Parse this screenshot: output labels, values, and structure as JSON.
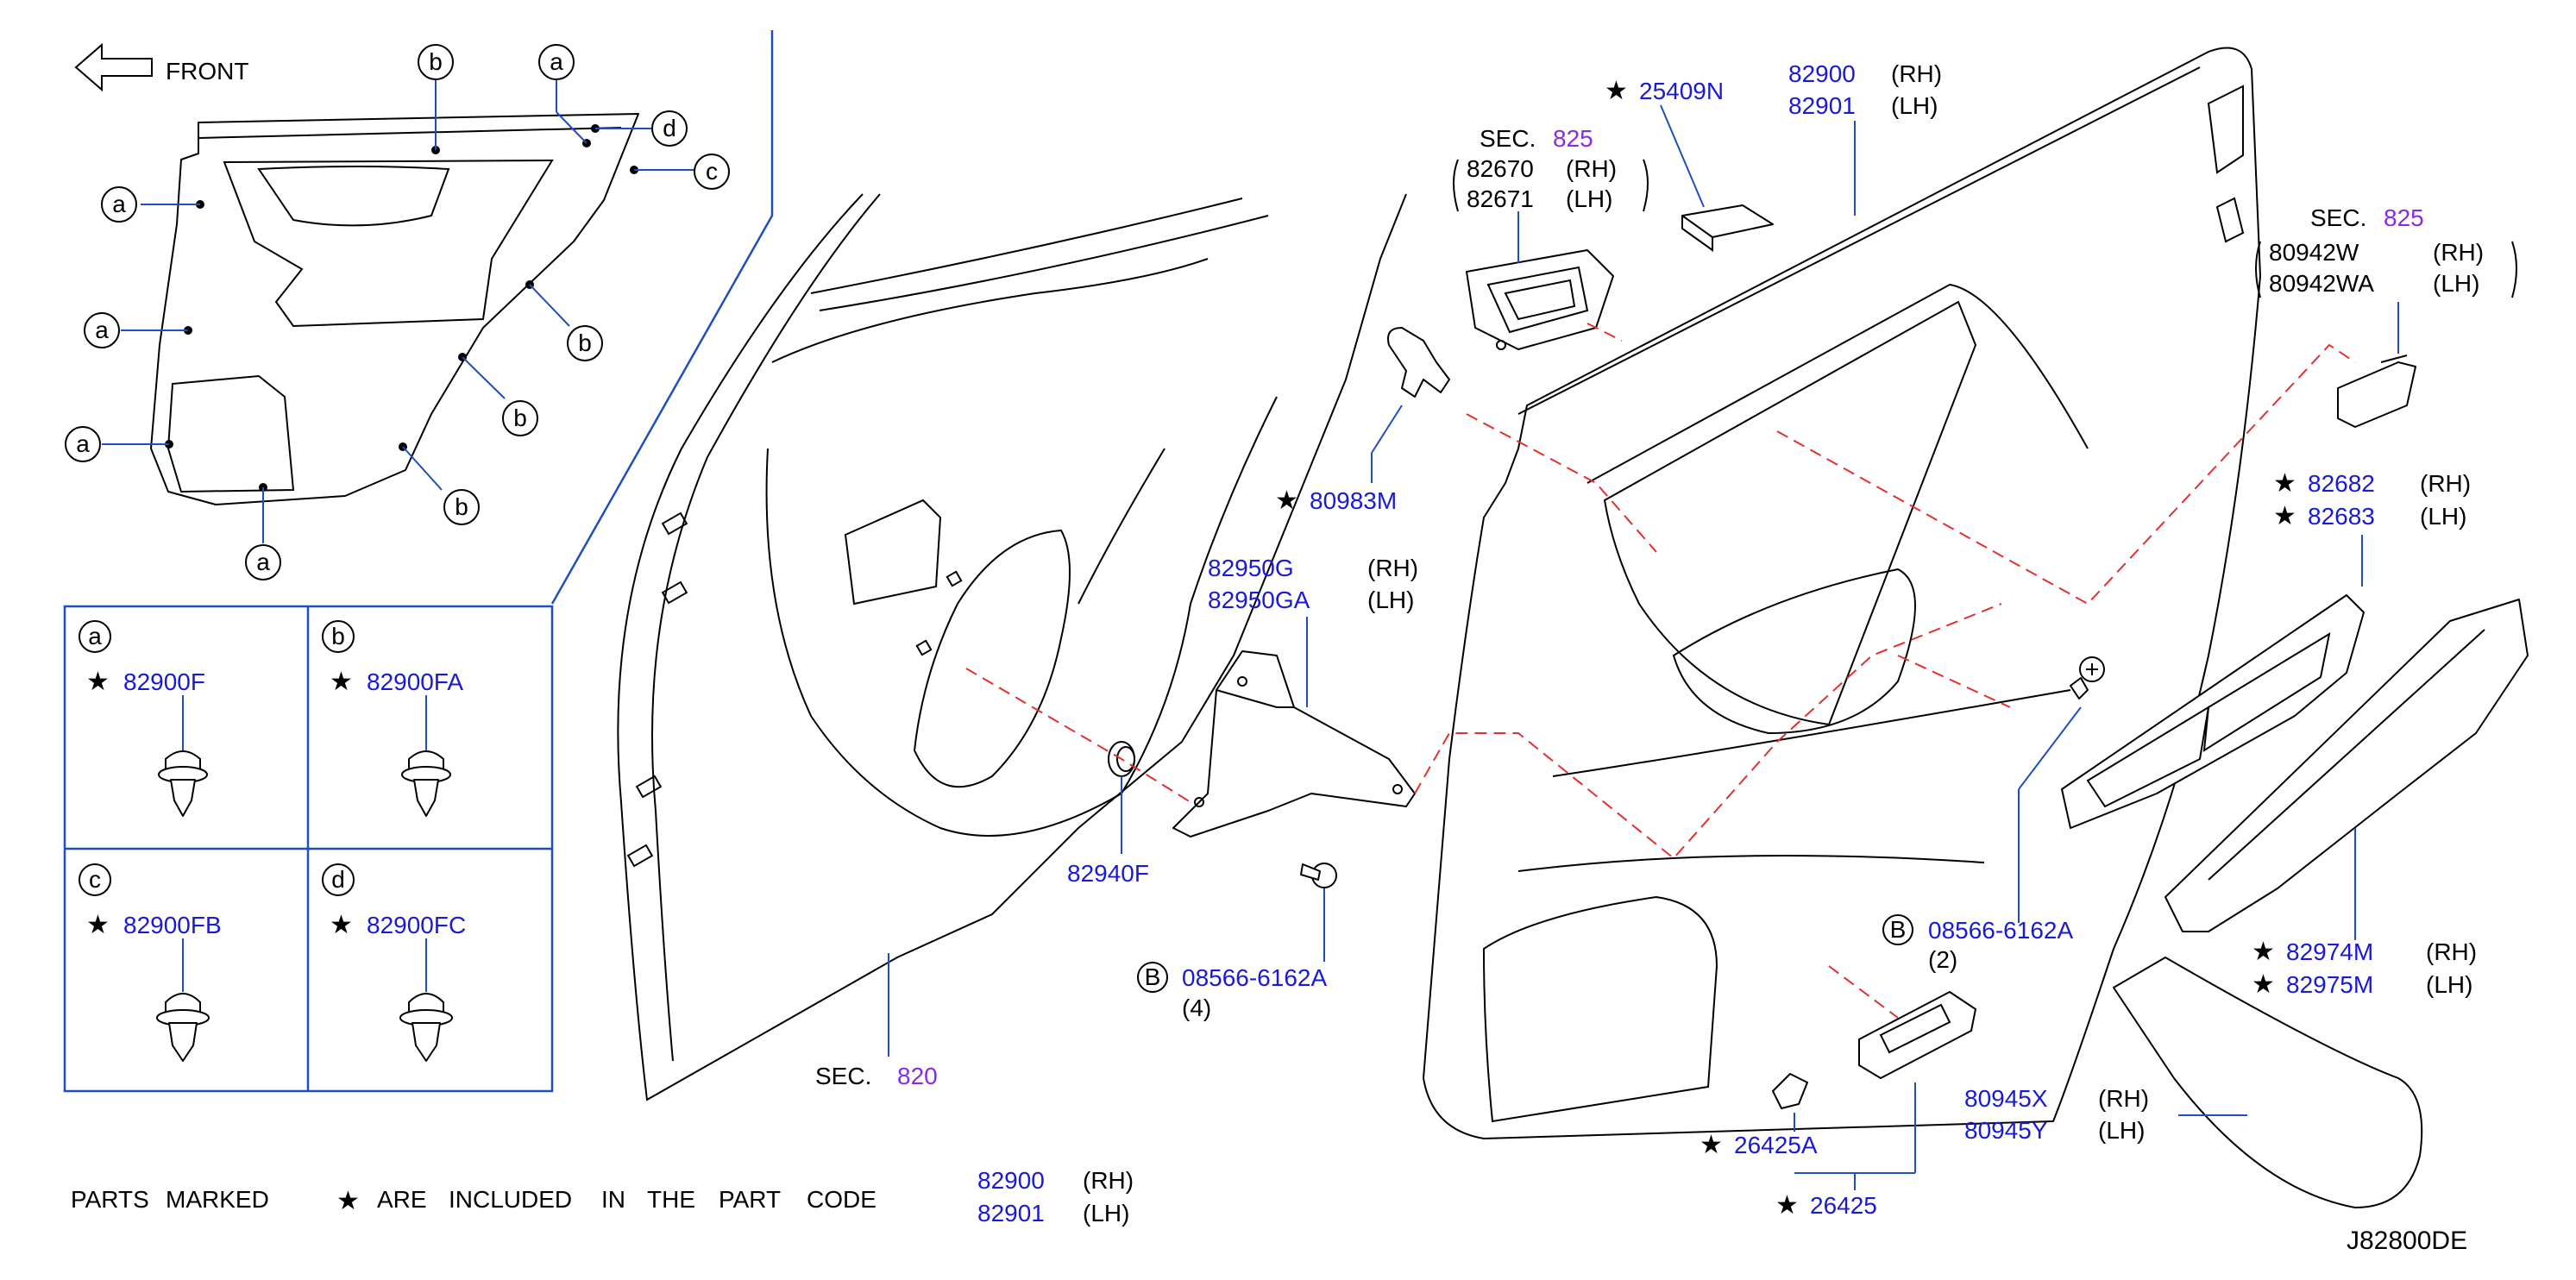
{
  "front_label": "FRONT",
  "sec825_a": {
    "prefix": "SEC.",
    "num": "825",
    "rh_pn": "82670",
    "rh": "(RH)",
    "lh_pn": "82671",
    "lh": "(LH)"
  },
  "p25409n": {
    "pn": "25409N"
  },
  "p82900_top": {
    "rh_pn": "82900",
    "rh": "(RH)",
    "lh_pn": "82901",
    "lh": "(LH)"
  },
  "sec825_b": {
    "prefix": "SEC.",
    "num": "825",
    "rh_pn": "80942W",
    "rh": "(RH)",
    "lh_pn": "80942WA",
    "lh": "(LH)"
  },
  "p80983m": {
    "pn": "80983M"
  },
  "p82950": {
    "rh_pn": "82950G",
    "rh": "(RH)",
    "lh_pn": "82950GA",
    "lh": "(LH)"
  },
  "p82682": {
    "rh_pn": "82682",
    "rh": "(RH)",
    "lh_pn": "82683",
    "lh": "(LH)"
  },
  "p82940f": {
    "pn": "82940F"
  },
  "bolt_left": {
    "circle": "B",
    "pn": "08566-6162A",
    "qty": "(4)"
  },
  "bolt_right": {
    "circle": "B",
    "pn": "08566-6162A",
    "qty": "(2)"
  },
  "sec820": {
    "prefix": "SEC.",
    "num": "820"
  },
  "p82974m": {
    "rh_pn": "82974M",
    "rh": "(RH)",
    "lh_pn": "82975M",
    "lh": "(LH)"
  },
  "p80945": {
    "rh_pn": "80945X",
    "rh": "(RH)",
    "lh_pn": "80945Y",
    "lh": "(LH)"
  },
  "p26425a": {
    "pn": "26425A"
  },
  "p26425": {
    "pn": "26425"
  },
  "p82900_bottom": {
    "rh_pn": "82900",
    "rh": "(RH)",
    "lh_pn": "82901",
    "lh": "(LH)"
  },
  "footnote": {
    "w1": "PARTS",
    "w2": "MARKED",
    "w3": "ARE",
    "w4": "INCLUDED",
    "w5": "IN",
    "w6": "THE",
    "w7": "PART",
    "w8": "CODE"
  },
  "clips": [
    {
      "letter": "a",
      "pn": "82900F"
    },
    {
      "letter": "b",
      "pn": "82900FA"
    },
    {
      "letter": "c",
      "pn": "82900FB"
    },
    {
      "letter": "d",
      "pn": "82900FC"
    }
  ],
  "callout_letters": {
    "a": "a",
    "b": "b",
    "c": "c",
    "d": "d"
  },
  "diagram_code": "J82800DE",
  "colors": {
    "part_number": "#1a1ad6",
    "section_ref": "#8a2be2",
    "leader": "#1f4fbf",
    "guide": "#e23030"
  }
}
